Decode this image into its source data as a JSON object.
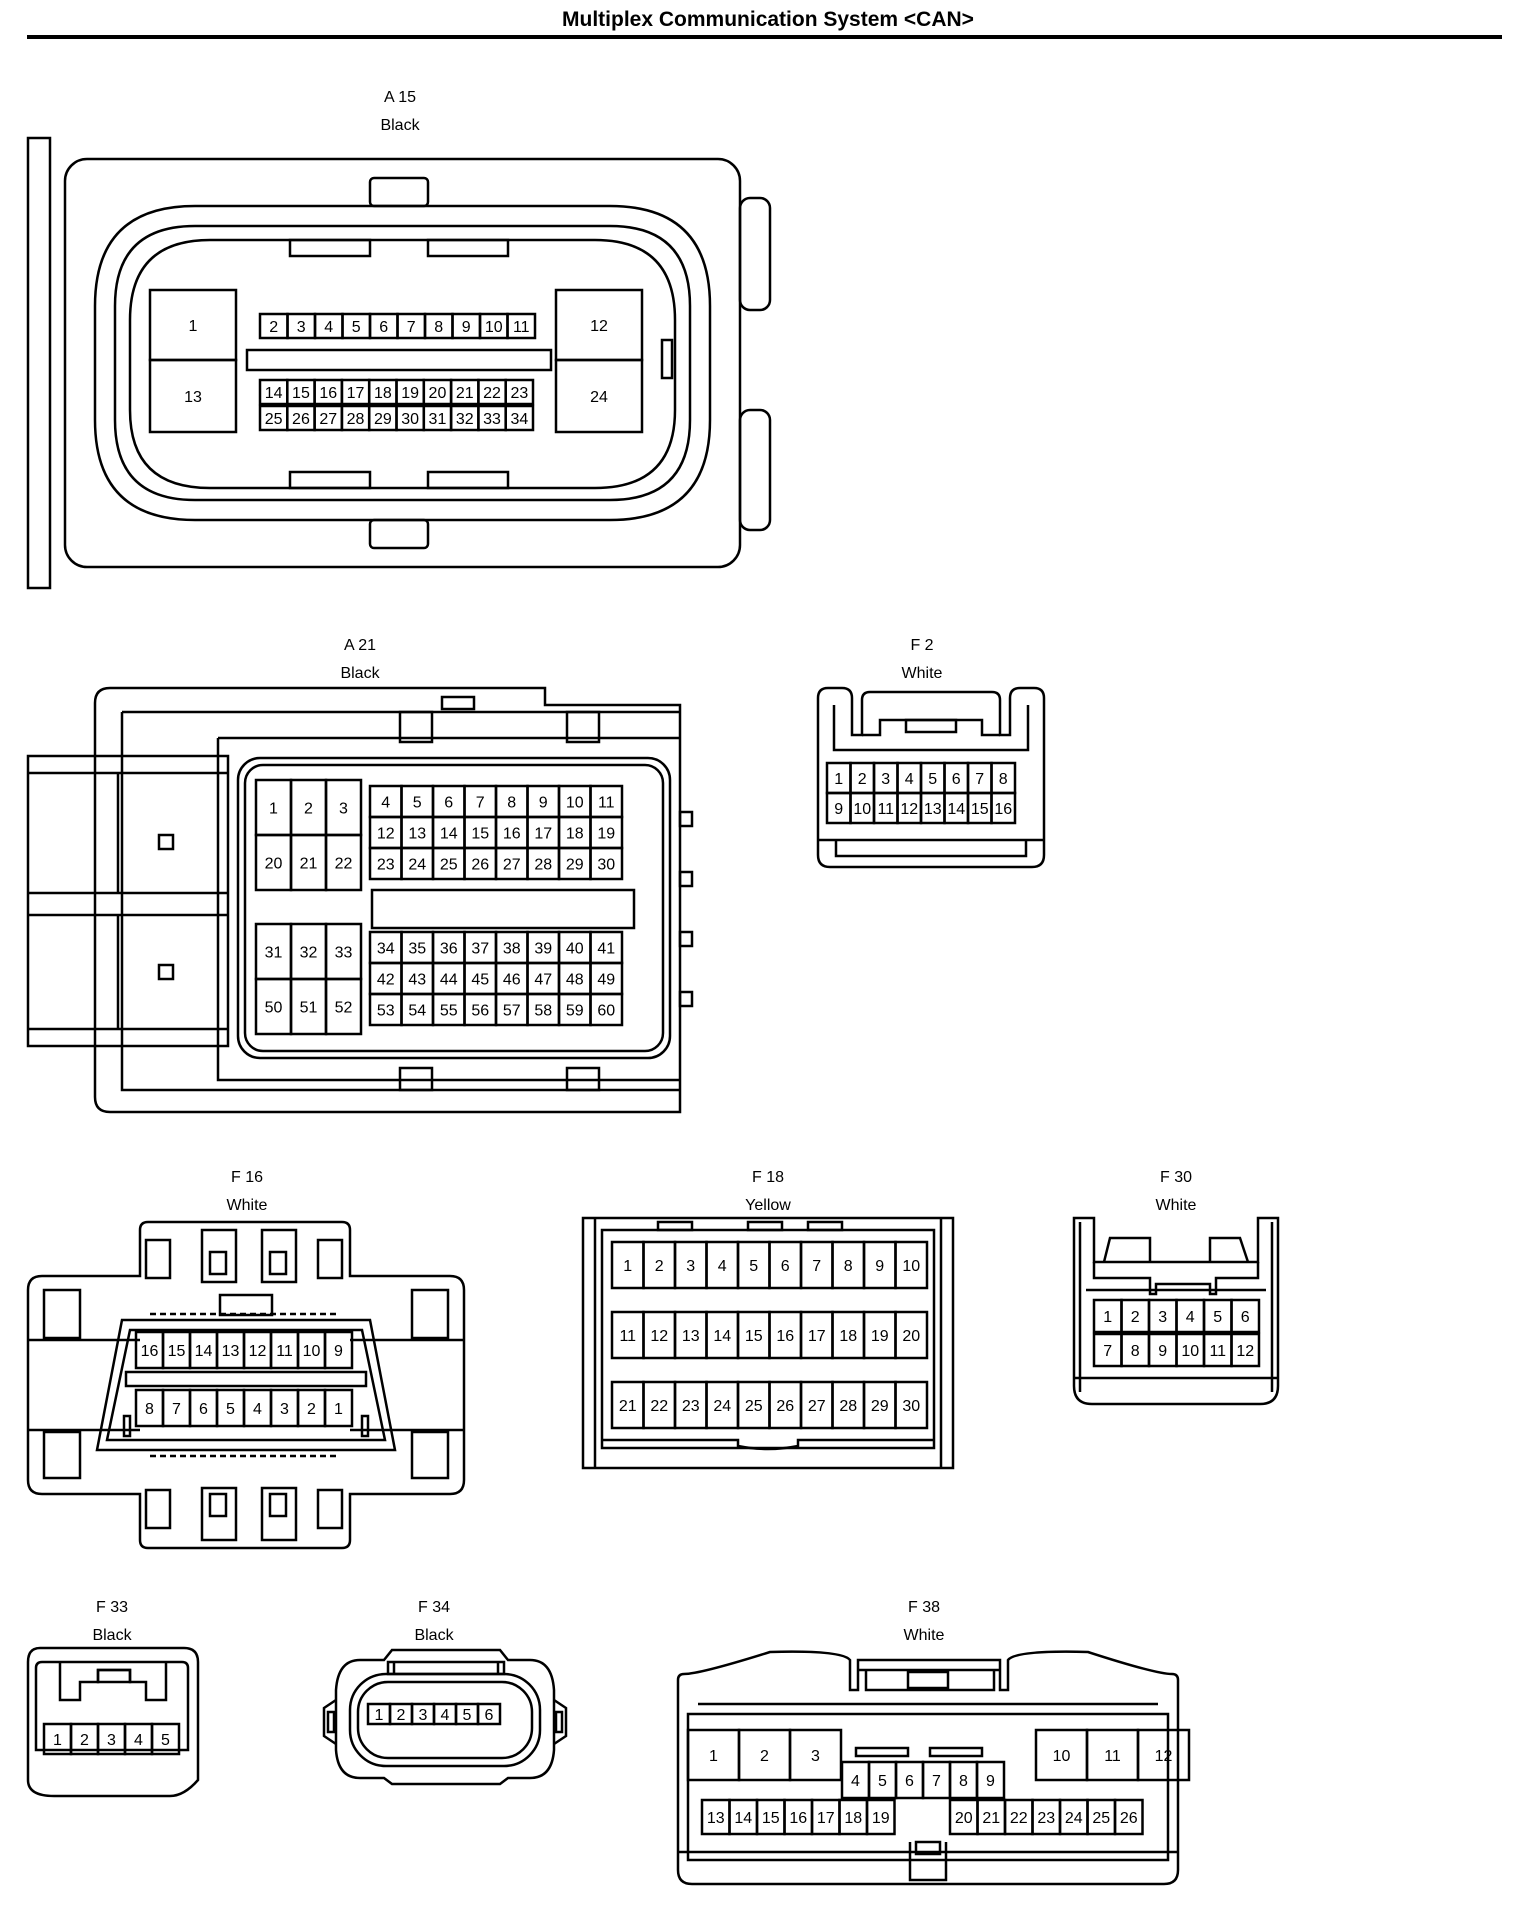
{
  "page": {
    "title": "Multiplex Communication System <CAN>"
  },
  "connectors": [
    {
      "id": "a15",
      "code": "A 15",
      "color": "Black"
    },
    {
      "id": "a21",
      "code": "A 21",
      "color": "Black"
    },
    {
      "id": "f2",
      "code": "F 2",
      "color": "White"
    },
    {
      "id": "f16",
      "code": "F 16",
      "color": "White"
    },
    {
      "id": "f18",
      "code": "F 18",
      "color": "Yellow"
    },
    {
      "id": "f30",
      "code": "F 30",
      "color": "White"
    },
    {
      "id": "f33",
      "code": "F 33",
      "color": "Black"
    },
    {
      "id": "f34",
      "code": "F 34",
      "color": "Black"
    },
    {
      "id": "f38",
      "code": "F 38",
      "color": "White"
    }
  ]
}
